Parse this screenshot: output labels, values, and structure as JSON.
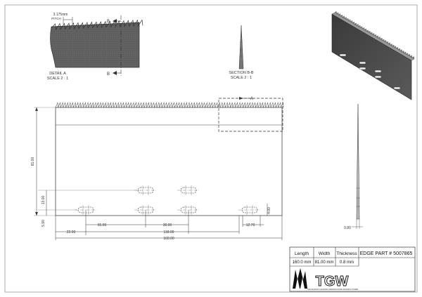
{
  "detail_a": {
    "pitch_dim": "3.175mm",
    "pitch_label": "PITCH",
    "section_marker": "B",
    "title": "DETAIL  A",
    "scale": "SCALE 2 : 1"
  },
  "section_bb": {
    "title": "SECTION B-B",
    "scale": "SCALE 2 : 1"
  },
  "main_view": {
    "detail_marker": "A",
    "dims": {
      "height": "81.00",
      "slot_row_gap": "13.00",
      "bottom_gap": "5.90",
      "x1": "22.00",
      "x2": "65.00",
      "x3": "30.00",
      "x4": "118.00",
      "x5": "160.00",
      "slot_width": "12.70",
      "slot_height": "4.00"
    }
  },
  "side_view": {
    "thickness": "0.80"
  },
  "title_block": {
    "headers": [
      "Length",
      "Width",
      "Thickness"
    ],
    "values": [
      "160.0 mm",
      "81.00 mm",
      "0.8 mm"
    ],
    "part_label": "EDGE PART # 5007865",
    "logo_text": "TGW",
    "tagline": "THE WORLD'S LEADING MODERN KNIFE MANUFACTURER"
  }
}
